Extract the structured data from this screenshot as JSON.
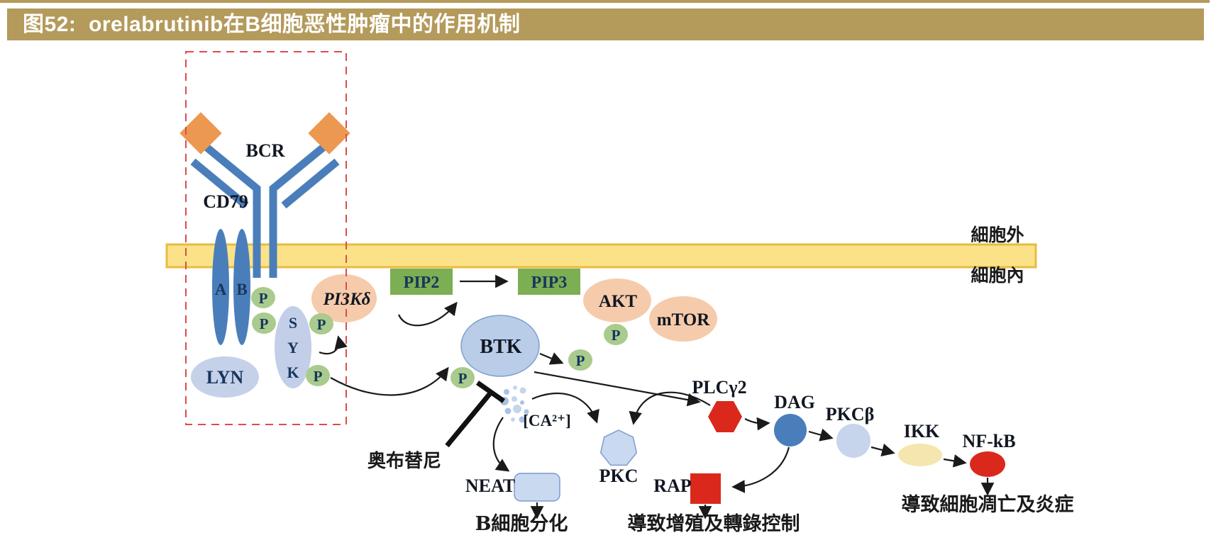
{
  "title": "图52:  orelabrutinib在B细胞恶性肿瘤中的作用机制",
  "labels": {
    "extracellular": "細胞外",
    "intracellular": "細胞內",
    "bcr": "BCR",
    "cd79": "CD79",
    "chain_a": "A",
    "chain_b": "B",
    "phospho": "P",
    "lyn": "LYN",
    "syk": [
      "S",
      "Y",
      "K"
    ],
    "pi3kd": "PI3Kδ",
    "pip2": "PIP2",
    "pip3": "PIP3",
    "akt": "AKT",
    "mtor": "mTOR",
    "btk": "BTK",
    "inhibitor": "奥布替尼",
    "calcium": "[CA²⁺]",
    "pkc": "PKC",
    "neat": "NEAT",
    "plcg2": "PLCγ2",
    "dag": "DAG",
    "rap": "RAP",
    "pkcb": "PKCβ",
    "ikk": "IKK",
    "nfkb": "NF-kB",
    "outcome_differentiation": "B細胞分化",
    "outcome_proliferation": "導致增殖及轉錄控制",
    "outcome_apoptosis": "導致細胞凋亡及炎症"
  },
  "colors": {
    "header_gold": "#b49a5b",
    "membrane_fill": "#fbe289",
    "membrane_edge": "#e7bc3f",
    "receptor_blue": "#4a7ebb",
    "light_blue": "#c3cfe8",
    "btk_blue": "#b9cce8",
    "phospho_green": "#a9cb8d",
    "pip_green": "#7cae53",
    "peach": "#f6cbab",
    "red": "#da291c",
    "orange_antigen": "#ec9851",
    "cream": "#f5e6af",
    "dashed_red": "#dd4b4b",
    "text_navy": "#17365d"
  }
}
